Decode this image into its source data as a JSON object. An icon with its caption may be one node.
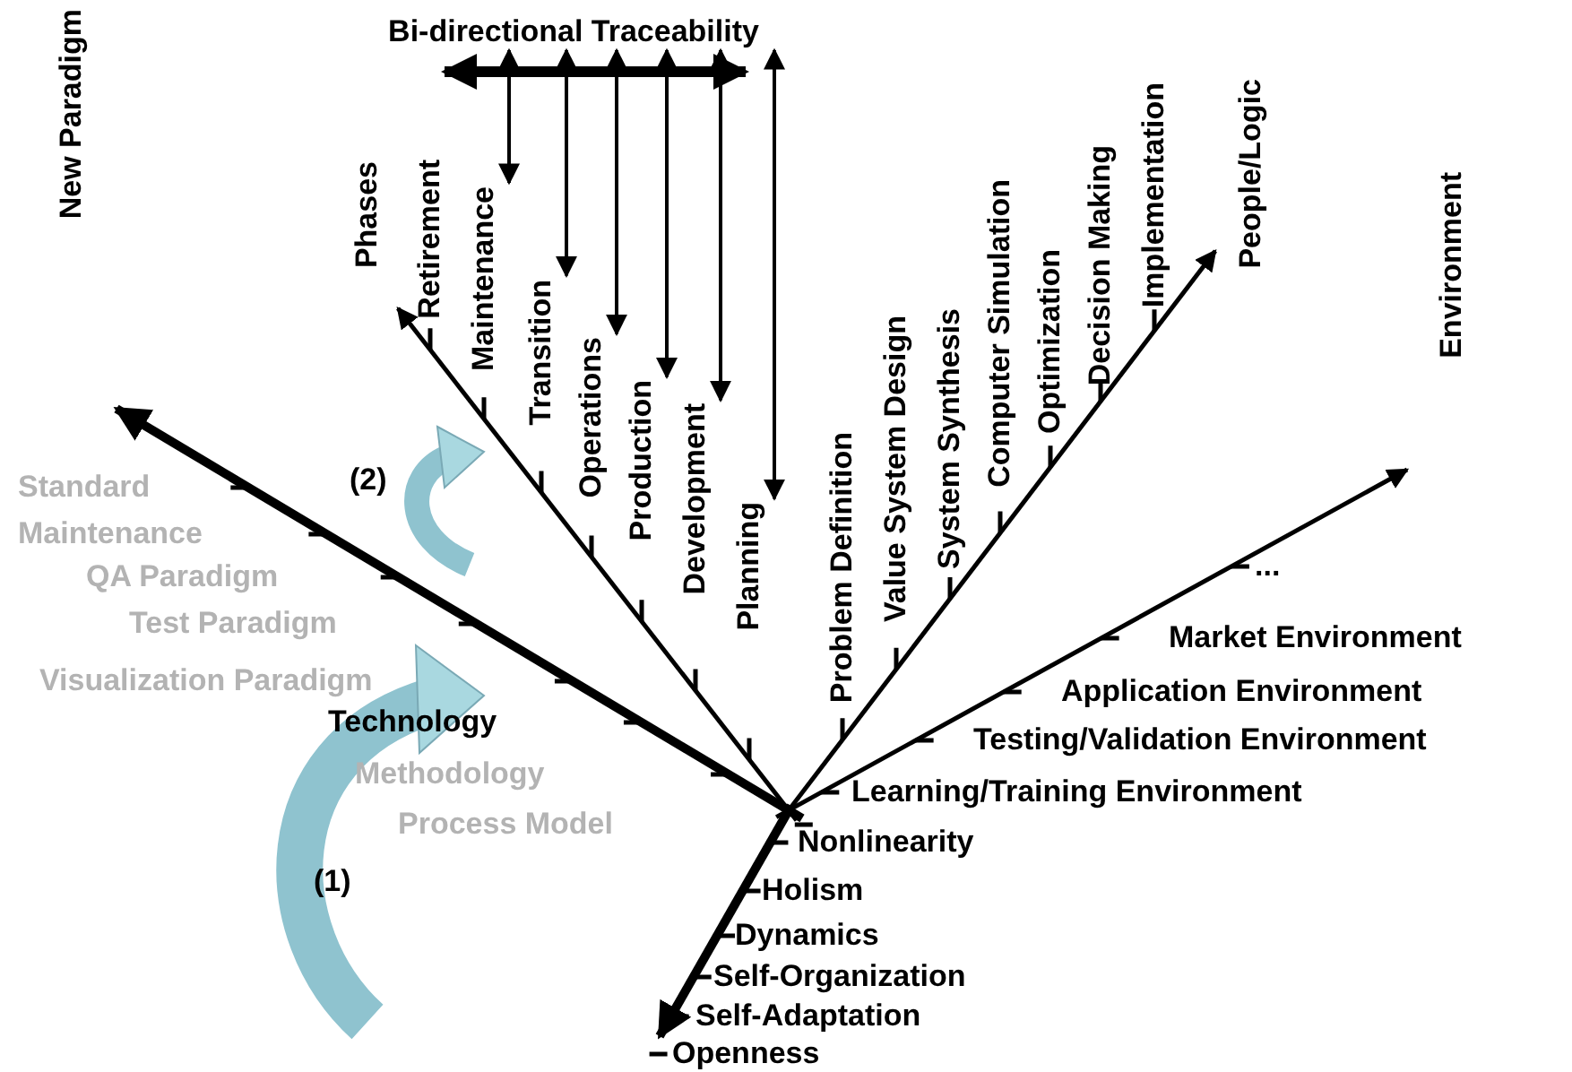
{
  "diagram": {
    "nodes": [
      {
        "text": [
          "Bi-directional Traceability"
        ]
      },
      {
        "text": [
          "Maintenance"
        ]
      },
      {
        "text": [
          "Transition"
        ]
      },
      {
        "text": [
          "Operations"
        ]
      },
      {
        "text": [
          "Production"
        ]
      },
      {
        "text": [
          "Development"
        ]
      },
      {
        "text": [
          "Planning"
        ]
      }
    ],
    "edges": [
      {
        "from": 0,
        "to": 1,
        "arrow": "both"
      },
      {
        "from": 0,
        "to": 2,
        "arrow": "both"
      },
      {
        "from": 0,
        "to": 3,
        "arrow": "both"
      },
      {
        "from": 0,
        "to": 4,
        "arrow": "both"
      },
      {
        "from": 0,
        "to": 5,
        "arrow": "both"
      },
      {
        "from": 0,
        "to": 6,
        "arrow": "both"
      }
    ],
    "labels": [
      "New Paradigm",
      "Phases",
      "Retirement",
      "Problem Definition",
      "Value System Design",
      "System Synthesis",
      "Computer Simulation",
      "Optimization",
      "Decision Making",
      "Implementation",
      "People/Logic",
      "Environment",
      "Standard",
      "Maintenance",
      "(2)",
      "QA Paradigm",
      "...",
      "Test Paradigm",
      "Market Environment",
      "Visualization Paradigm",
      "Application Environment",
      "Technology",
      "Testing/Validation Environment",
      "Learning/Training Environment",
      "Methodology",
      "Process Model",
      "Nonlinearity",
      "(1)",
      "Holism",
      "Dynamics",
      "Self-Organization",
      "Self-Adaptation",
      "Openness"
    ]
  }
}
